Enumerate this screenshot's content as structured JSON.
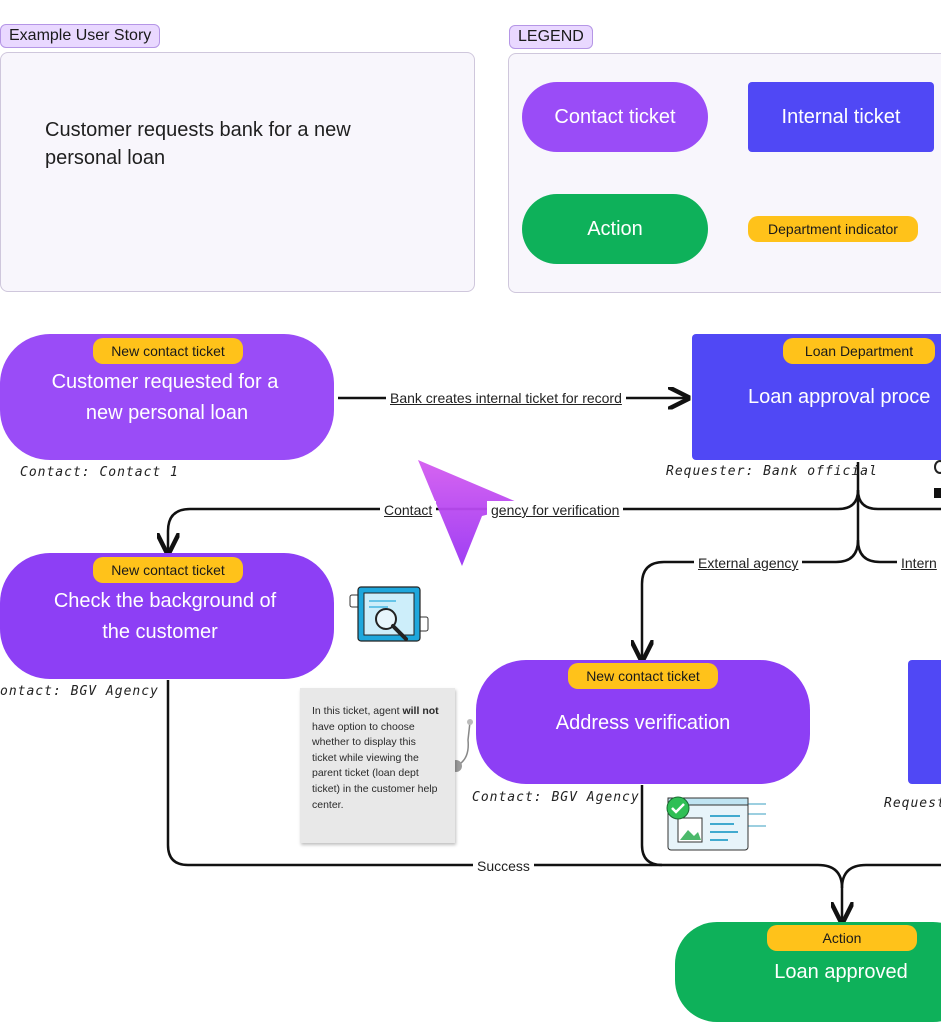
{
  "story": {
    "tag": "Example User Story",
    "text": "Customer requests bank for a new personal loan"
  },
  "legend": {
    "tag": "LEGEND",
    "contact_ticket": "Contact ticket",
    "internal_ticket": "Internal ticket",
    "action": "Action",
    "department_indicator": "Department indicator"
  },
  "nodes": {
    "customer_request": {
      "indicator": "New contact ticket",
      "line1": "Customer requested for a",
      "line2": "new personal loan",
      "contact": "Contact: Contact 1"
    },
    "loan_approval": {
      "indicator": "Loan Department",
      "text": "Loan approval proce",
      "requester": "Requester: Bank official"
    },
    "background_check": {
      "indicator": "New contact ticket",
      "line1": "Check the background of",
      "line2": "the customer",
      "contact": "ontact: BGV Agency"
    },
    "address_verification": {
      "indicator": "New contact ticket",
      "text": "Address verification",
      "contact": "Contact: BGV Agency"
    },
    "loan_approved": {
      "indicator": "Action",
      "text": "Loan approved"
    },
    "partial_requester": "Request"
  },
  "edges": {
    "bank_creates": "Bank creates internal ticket for record",
    "contact_agency": "Contact agency for verification",
    "contact_agency_visible_left": "Contact",
    "contact_agency_visible_right": "gency for verification",
    "external_agency": "External agency",
    "internal_partial": "Intern",
    "success": "Success"
  },
  "note": {
    "pre": "In this ticket, agent ",
    "bold1": "will",
    "bold2": "not",
    "post": " have option to choose whether to display this ticket while viewing the parent ticket (loan dept ticket) in the customer help center."
  },
  "colors": {
    "contact_ticket": "#9a4cf7",
    "internal_ticket": "#5048f5",
    "action": "#0eb15a",
    "indicator": "#ffc21a"
  }
}
